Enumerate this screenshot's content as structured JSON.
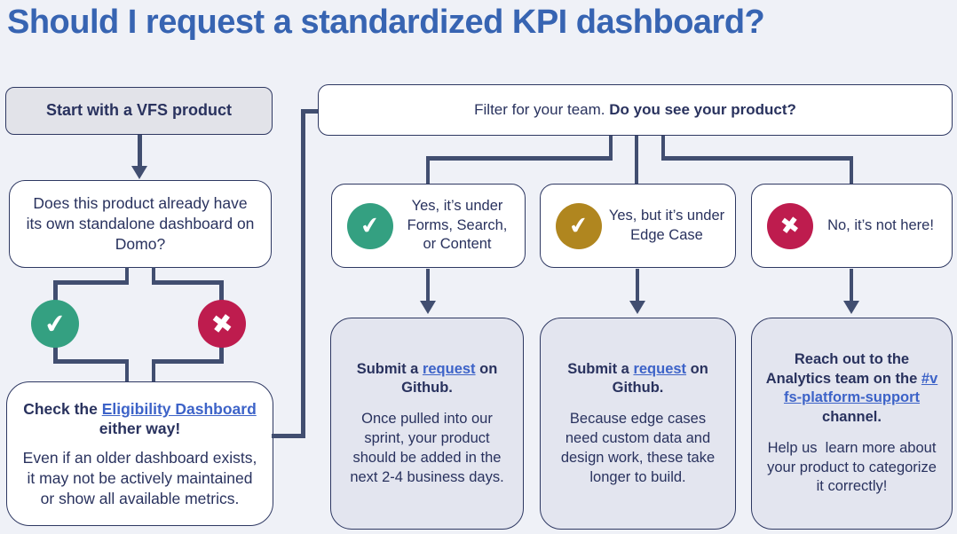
{
  "page": {
    "title": "Should I request a standardized KPI dashboard?"
  },
  "colors": {
    "background": "#EFF1F7",
    "title_blue": "#3764B2",
    "text_navy": "#29325E",
    "box_border_navy": "#2E3862",
    "connector_slate": "#414E70",
    "link_blue": "#3D63C8",
    "check_green": "#34A081",
    "check_gold": "#B0861F",
    "x_crimson": "#BE1C4E",
    "start_box_fill": "#E2E3E9",
    "result_box_fill": "#E3E5EF"
  },
  "icons": {
    "check_glyph": "✔",
    "x_glyph": "✖"
  },
  "left_flow": {
    "start_box": "Start with a VFS product",
    "question_box": "Does this product already have its own standalone dashboard on Domo?",
    "check_box": {
      "heading_prefix": "Check the ",
      "heading_link": "Eligibility Dashboard",
      "heading_suffix": " either way!",
      "body": "Even if an older dashboard exists, it may not be actively maintained or show all available metrics."
    }
  },
  "right_flow": {
    "filter_box": {
      "text_regular": "Filter for your team. ",
      "text_bold": "Do you see your product?"
    },
    "options": [
      {
        "icon": "check",
        "label": "Yes, it’s under Forms, Search, or Content"
      },
      {
        "icon": "check",
        "label": "Yes, but it’s under Edge Case"
      },
      {
        "icon": "x",
        "label": "No, it’s not here!"
      }
    ],
    "results": [
      {
        "heading_prefix": "Submit a ",
        "heading_link": "request",
        "heading_suffix": " on Github.",
        "body": "Once pulled into our sprint, your product should be added in the next 2-4 business days."
      },
      {
        "heading_prefix": "Submit a ",
        "heading_link": "request",
        "heading_suffix": " on Github.",
        "body": "Because edge cases need custom data and design work, these take longer to build."
      },
      {
        "heading_prefix": "Reach out to the Analytics team on the ",
        "heading_link": "#vfs-platform-support",
        "heading_suffix": " channel.",
        "body": "Help us  learn more about your product to categorize it correctly!"
      }
    ]
  }
}
